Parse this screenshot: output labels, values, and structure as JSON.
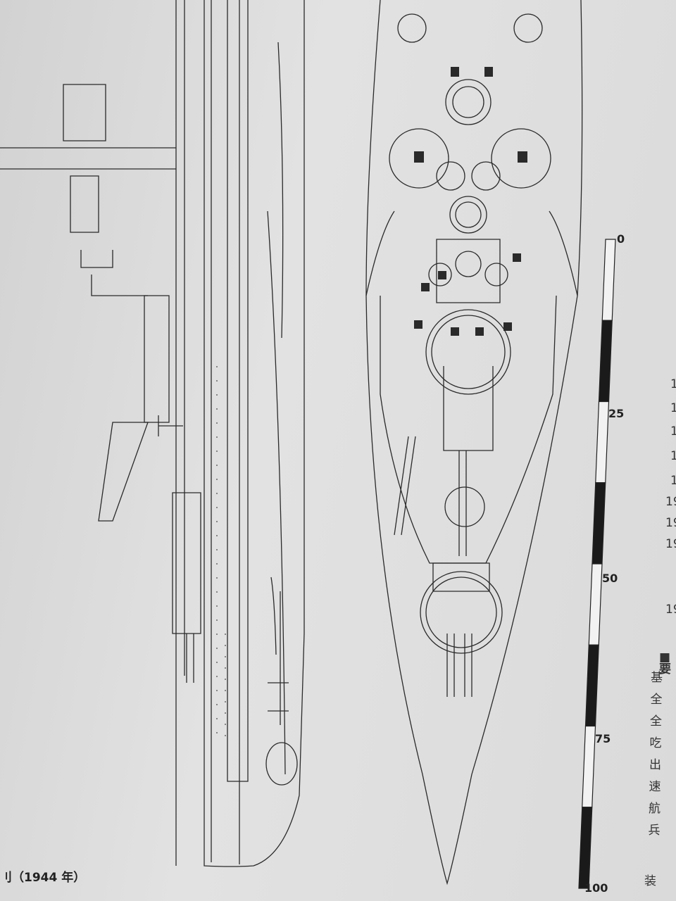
{
  "caption": "刂（1944 年）",
  "scale_bar": {
    "min": 0,
    "max": 100,
    "labels": [
      "0",
      "25",
      "50",
      "75",
      "100"
    ],
    "segment": 12.5
  },
  "side_text": {
    "years": [
      "1",
      "1",
      "1",
      "1",
      "1",
      "19",
      "19",
      "19",
      "19"
    ],
    "heading": "■要",
    "items": [
      "基",
      "全",
      "全",
      "吃",
      "出",
      "速",
      "航",
      "兵"
    ],
    "footer": "装"
  },
  "colors": {
    "line": "#2a2a2a",
    "paper": "#dcdcdc"
  }
}
